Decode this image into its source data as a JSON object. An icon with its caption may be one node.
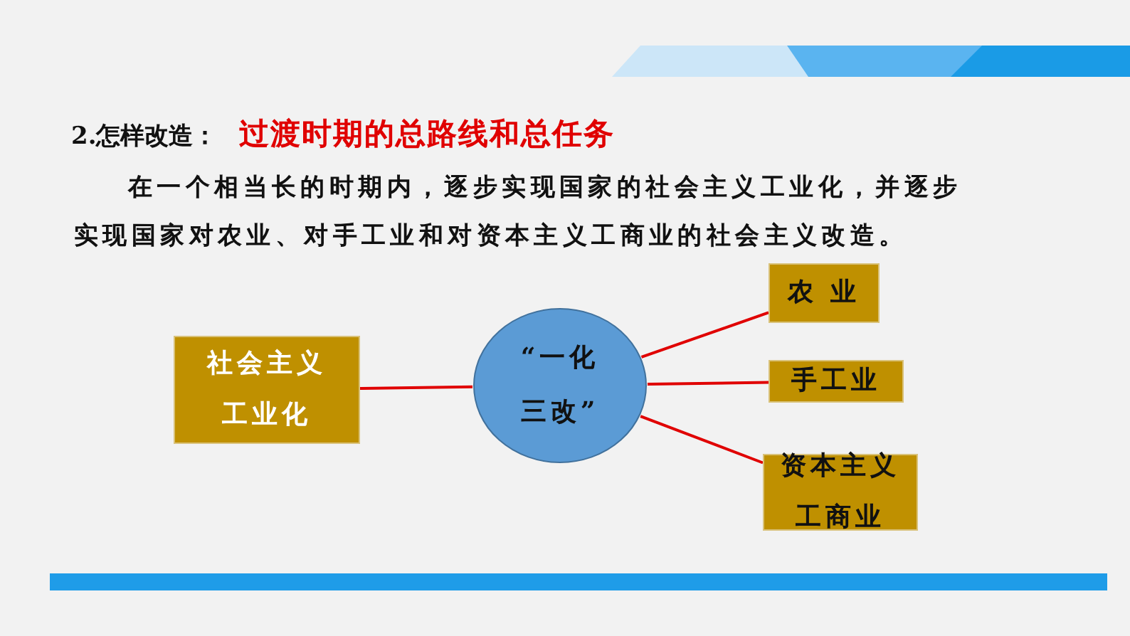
{
  "diagram": {
    "title": "过渡时期的总路线和总任务",
    "nodes": [
      {
        "text": [
          "社会主义工业化"
        ]
      },
      {
        "text": [
          "“一化三改”"
        ]
      },
      {
        "text": [
          "农 业"
        ]
      },
      {
        "text": [
          "手工业"
        ]
      },
      {
        "text": [
          "资本主义工商业"
        ]
      }
    ],
    "edges": [
      {
        "from": 0,
        "to": 1,
        "arrow": "none"
      },
      {
        "from": 1,
        "to": 2,
        "arrow": "none"
      },
      {
        "from": 1,
        "to": 3,
        "arrow": "none"
      },
      {
        "from": 1,
        "to": 4,
        "arrow": "none"
      }
    ],
    "labels": [
      "2.怎样改造：",
      "在一个相当长的时期内，逐步实现国家的**社会主义工业化**，并逐步实现国家对**农业**、对**手工业**和对**资本主义工商业**的社会主义改造。"
    ]
  }
}
